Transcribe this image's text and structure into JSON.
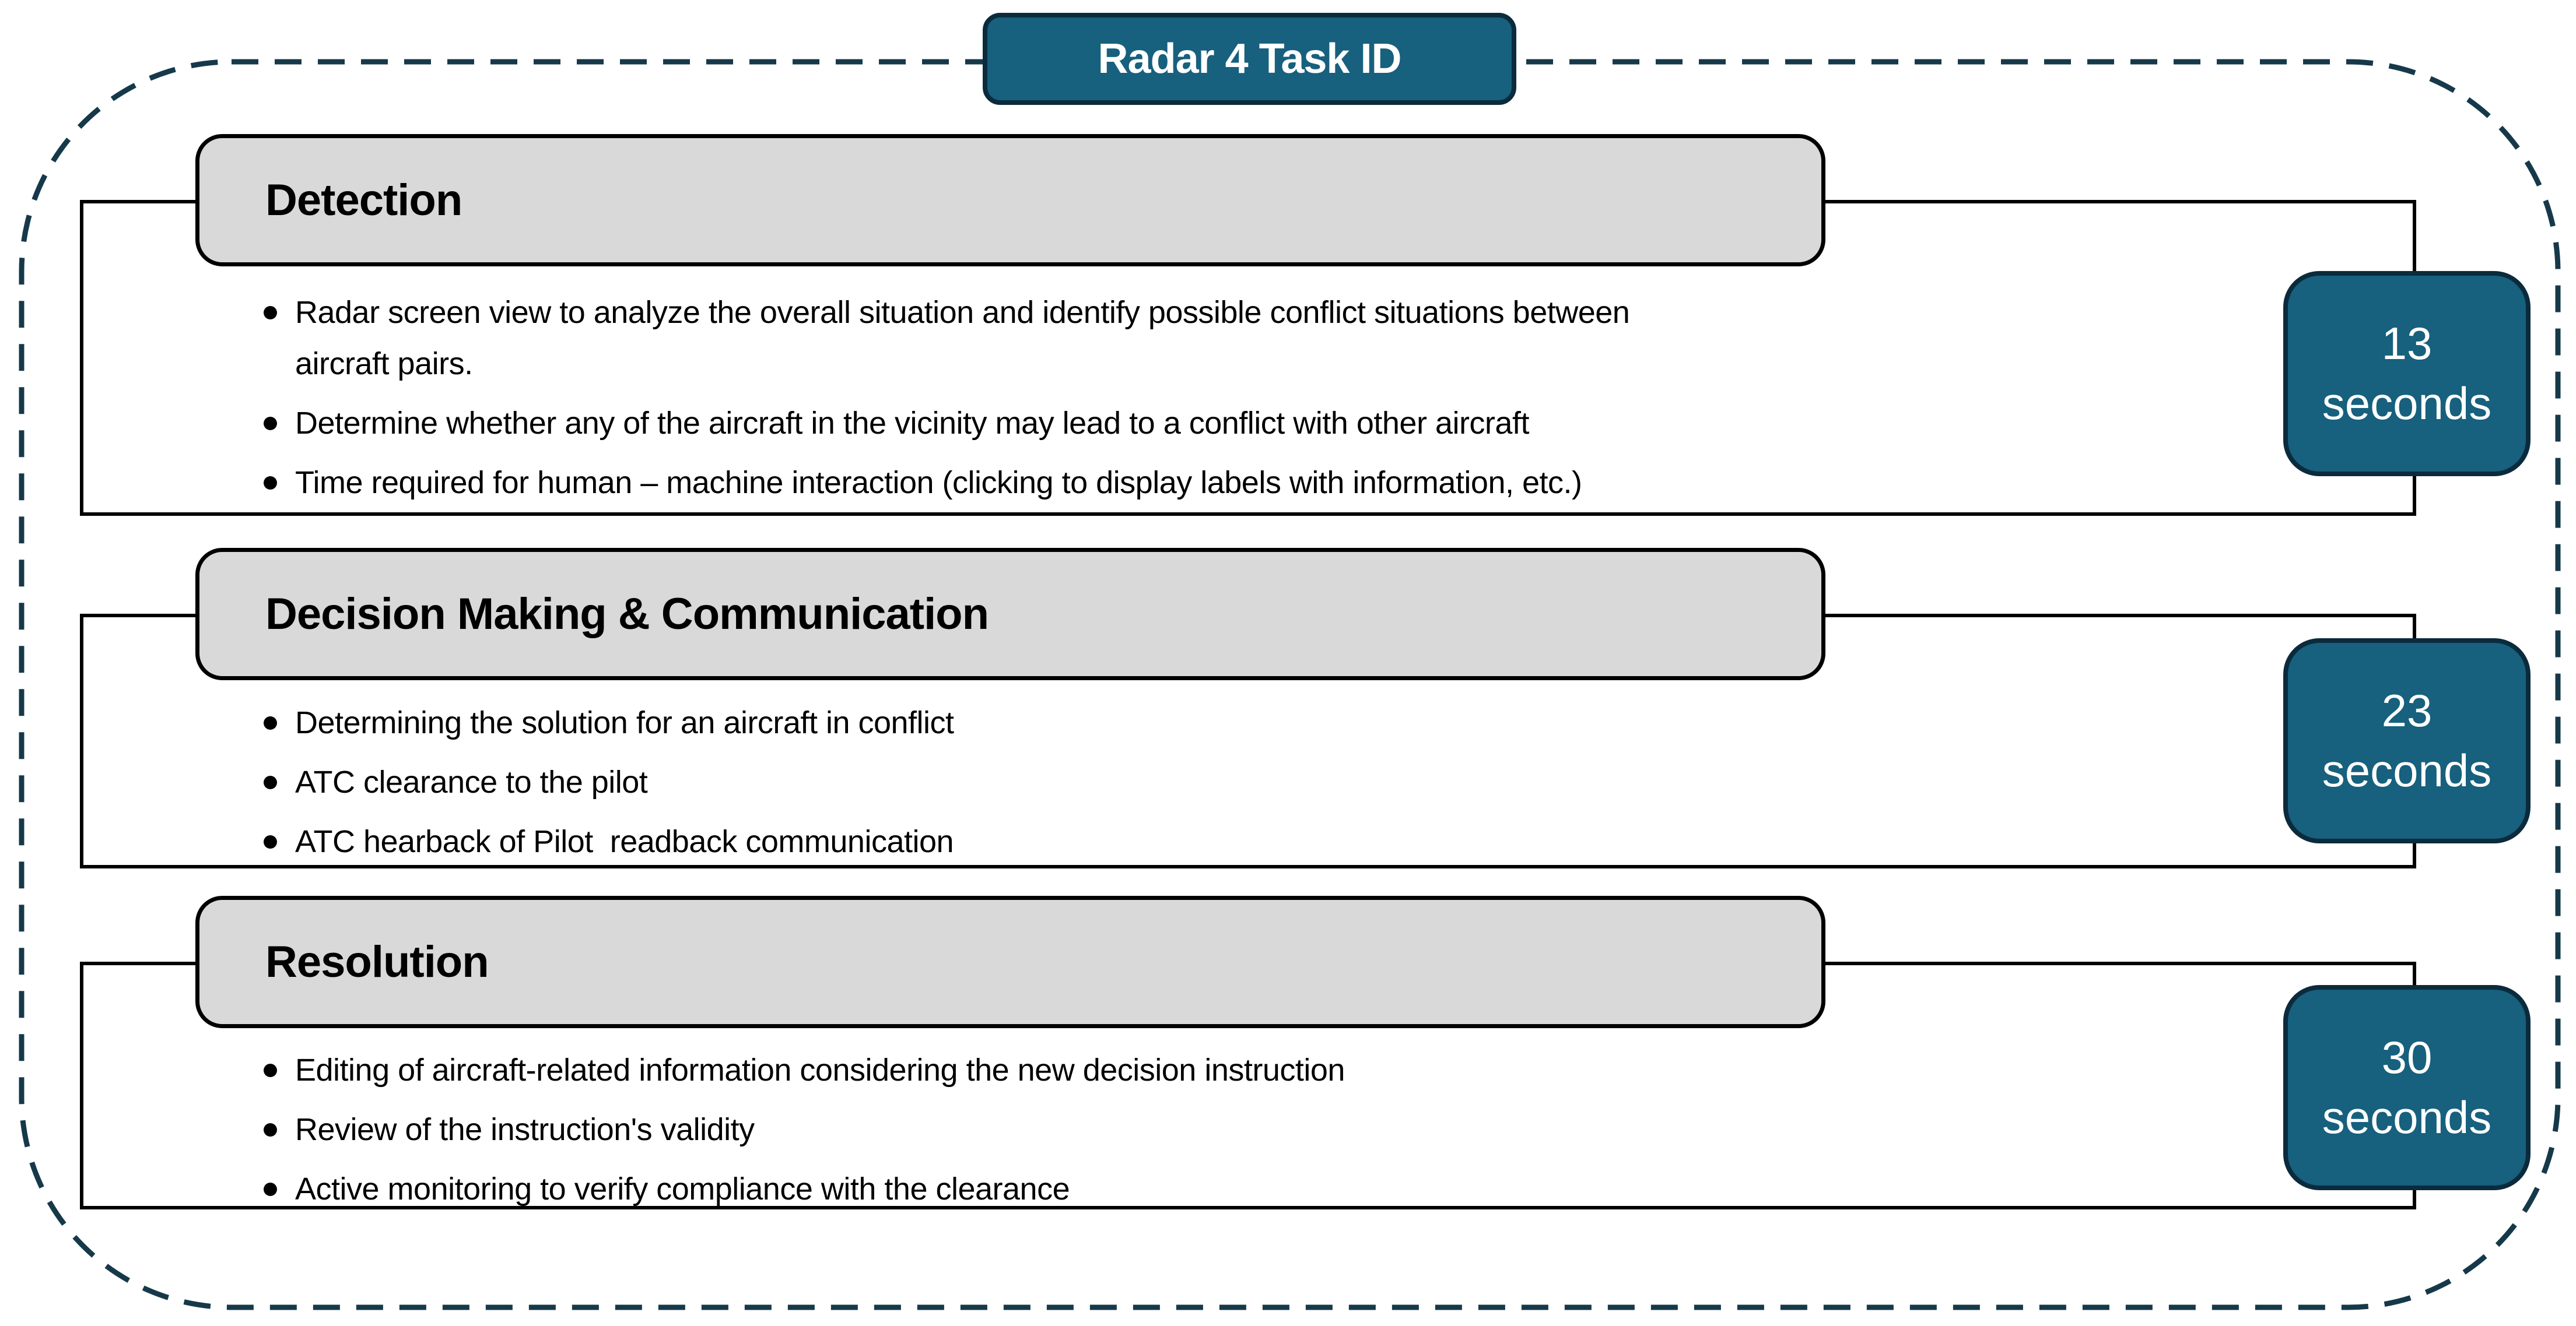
{
  "diagram_title": "Radar 4 Task ID",
  "colors": {
    "teal_fill": "#17607E",
    "teal_border": "#0B2B3C",
    "header_fill": "#D9D9D9",
    "outline_black": "#000000",
    "dashed_border": "#16394A",
    "text_on_teal": "#FFFFFF"
  },
  "sections": [
    {
      "heading": "Detection",
      "bullets": [
        "Radar screen view to analyze the overall situation and identify possible conflict situations between\naircraft pairs.",
        "Determine whether any of the aircraft in the vicinity may lead to a conflict with other aircraft",
        "Time required for human – machine interaction (clicking to display labels with information, etc.)"
      ],
      "duration_value": "13",
      "duration_unit": "seconds"
    },
    {
      "heading": "Decision Making & Communication",
      "bullets": [
        "Determining the solution for an aircraft in conflict",
        "ATC clearance to the pilot",
        "ATC hearback of Pilot  readback communication"
      ],
      "duration_value": "23",
      "duration_unit": "seconds"
    },
    {
      "heading": "Resolution",
      "bullets": [
        "Editing of aircraft-related information considering the new decision instruction",
        "Review of the instruction's validity",
        "Active monitoring to verify compliance with the clearance"
      ],
      "duration_value": "30",
      "duration_unit": "seconds"
    }
  ]
}
